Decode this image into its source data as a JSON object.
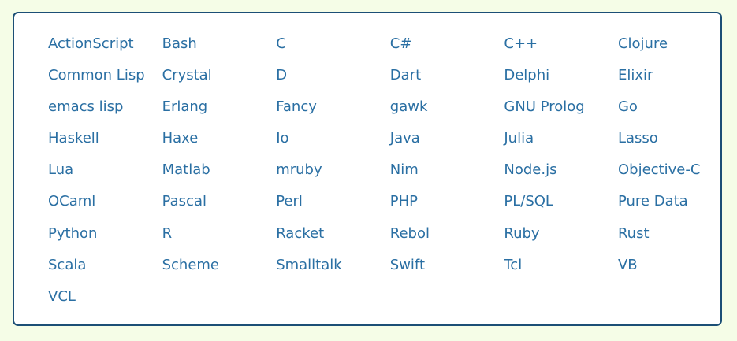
{
  "languages": [
    "ActionScript",
    "Bash",
    "C",
    "C#",
    "C++",
    "Clojure",
    "Common Lisp",
    "Crystal",
    "D",
    "Dart",
    "Delphi",
    "Elixir",
    "emacs lisp",
    "Erlang",
    "Fancy",
    "gawk",
    "GNU Prolog",
    "Go",
    "Haskell",
    "Haxe",
    "Io",
    "Java",
    "Julia",
    "Lasso",
    "Lua",
    "Matlab",
    "mruby",
    "Nim",
    "Node.js",
    "Objective-C",
    "OCaml",
    "Pascal",
    "Perl",
    "PHP",
    "PL/SQL",
    "Pure Data",
    "Python",
    "R",
    "Racket",
    "Rebol",
    "Ruby",
    "Rust",
    "Scala",
    "Scheme",
    "Smalltalk",
    "Swift",
    "Tcl",
    "VB",
    "VCL"
  ],
  "colors": {
    "page_background": "#f5fde7",
    "panel_border": "#1c4f76",
    "link": "#2a6fa3"
  }
}
